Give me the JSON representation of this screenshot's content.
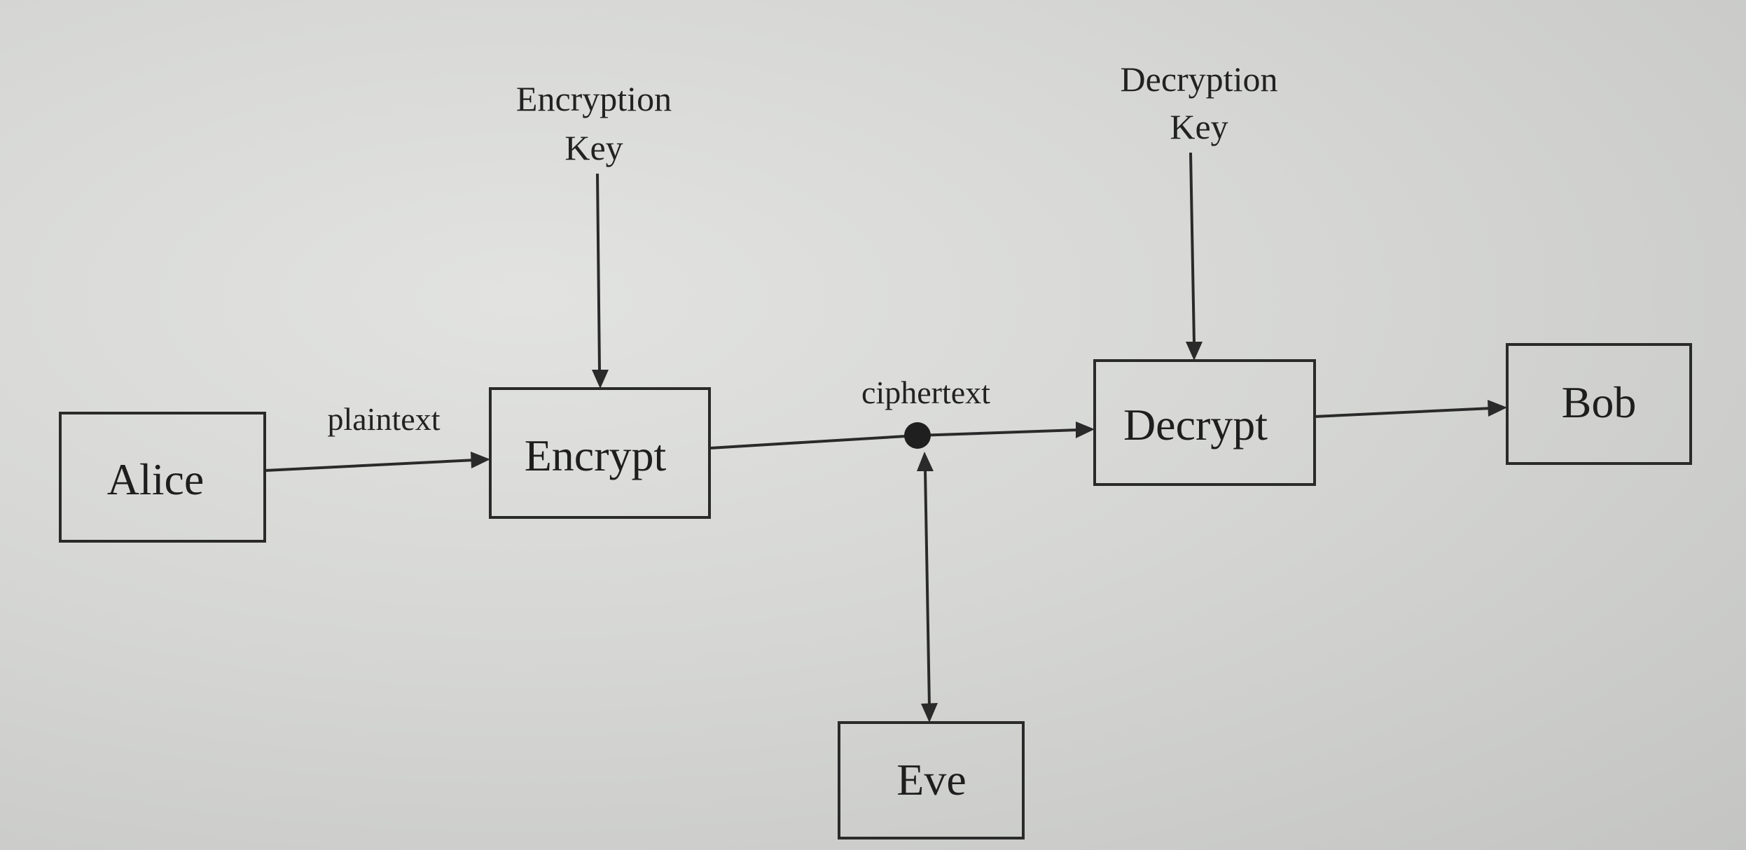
{
  "diagram": {
    "nodes": {
      "alice": "Alice",
      "encrypt": "Encrypt",
      "decrypt": "Decrypt",
      "bob": "Bob",
      "eve": "Eve"
    },
    "edges": {
      "plaintext": "plaintext",
      "ciphertext": "ciphertext"
    },
    "keys": {
      "encryption_line1": "Encryption",
      "encryption_line2": "Key",
      "decryption_line1": "Decryption",
      "decryption_line2": "Key"
    }
  }
}
